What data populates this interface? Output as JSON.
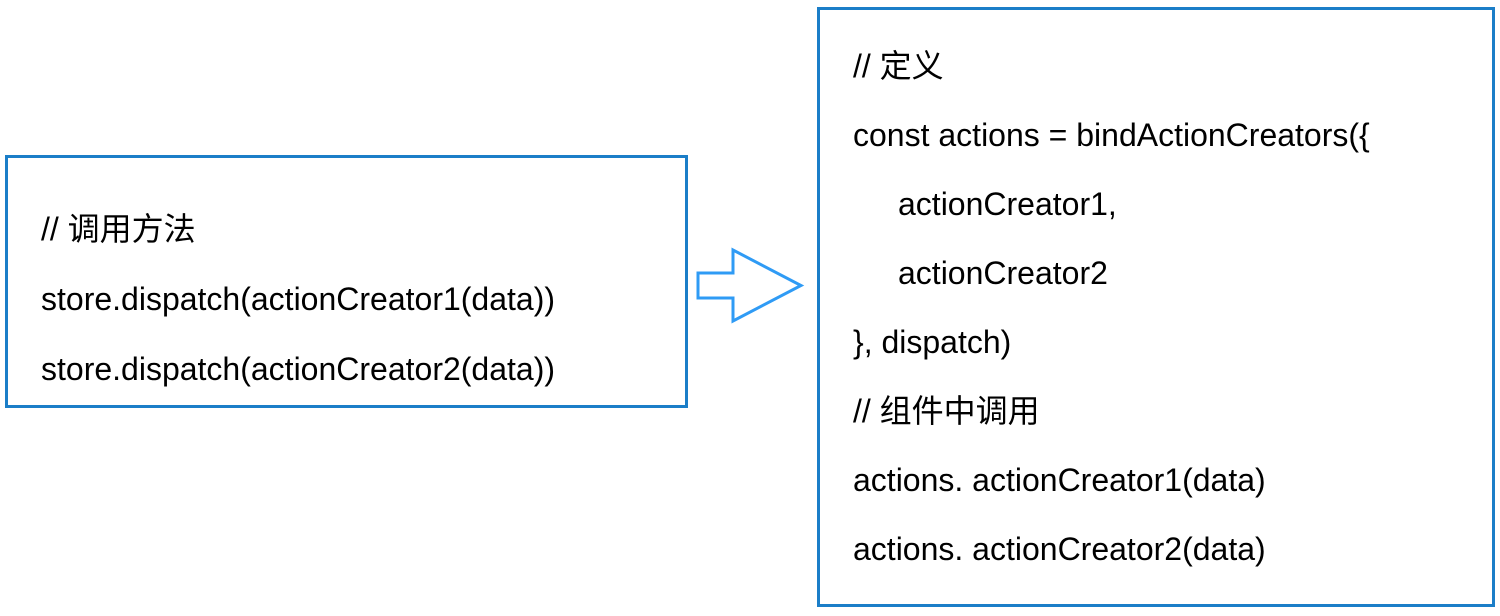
{
  "diagram": {
    "left_box": {
      "role": "calling-methods-example",
      "lines": [
        "// 调用方法",
        "store.dispatch(actionCreator1(data))",
        "store.dispatch(actionCreator2(data))"
      ]
    },
    "arrow": {
      "direction": "right",
      "style": "hollow-block-arrow"
    },
    "right_box": {
      "role": "bindActionCreators-definition-example",
      "lines": [
        "// 定义",
        "const actions = bindActionCreators({",
        "actionCreator1,",
        "actionCreator2",
        "}, dispatch)",
        "// 组件中调用",
        "actions. actionCreator1(data)",
        "actions. actionCreator2(data)"
      ]
    },
    "colors": {
      "box_border": "#1b7ec8",
      "arrow_stroke": "#2f9bf5",
      "text": "#000000",
      "background": "#ffffff"
    }
  }
}
